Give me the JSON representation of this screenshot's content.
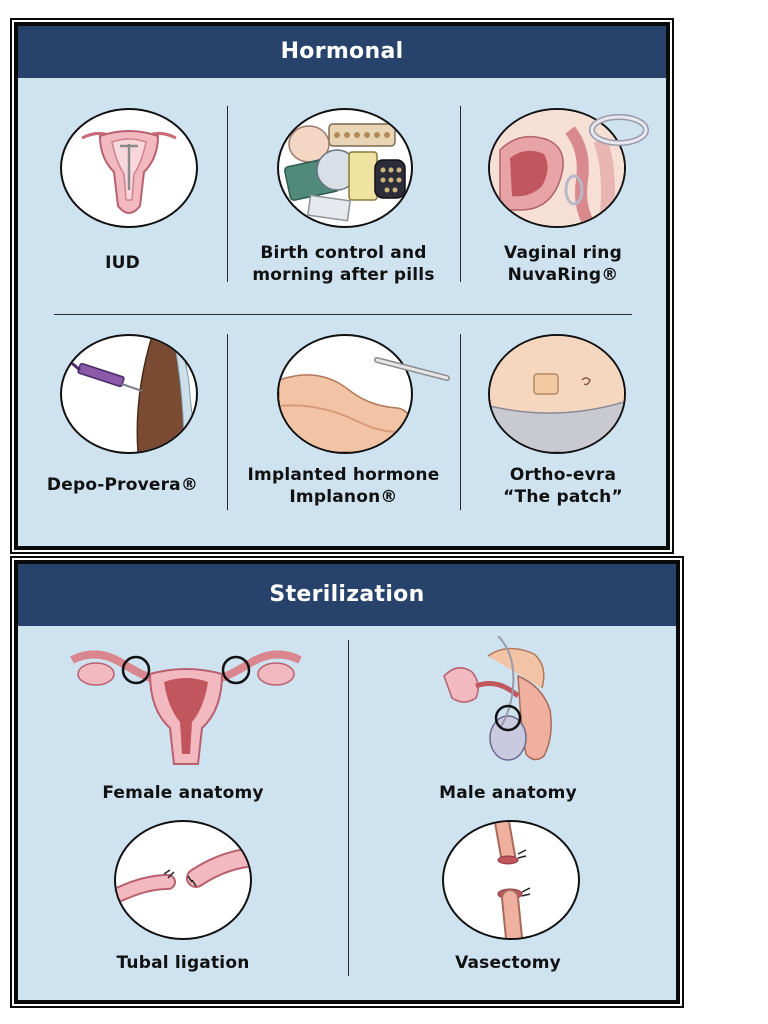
{
  "hormonal": {
    "title": "Hormonal",
    "items": [
      {
        "line1": "IUD",
        "line2": "",
        "icon": "iud-icon"
      },
      {
        "line1": "Birth control and",
        "line2": "morning after pills",
        "icon": "pill-packs-icon"
      },
      {
        "line1": "Vaginal ring",
        "line2": "NuvaRing®",
        "icon": "vaginal-ring-icon"
      },
      {
        "line1": "Depo-Provera®",
        "line2": "",
        "icon": "injection-icon"
      },
      {
        "line1": "Implanted hormone",
        "line2": "Implanon®",
        "icon": "arm-implant-icon"
      },
      {
        "line1": "Ortho-evra",
        "line2": "“The patch”",
        "icon": "skin-patch-icon"
      }
    ]
  },
  "sterilization": {
    "title": "Sterilization",
    "items": [
      {
        "label": "Female anatomy",
        "icon": "female-anatomy-icon"
      },
      {
        "label": "Male anatomy",
        "icon": "male-anatomy-icon"
      },
      {
        "label": "Tubal ligation",
        "icon": "tubal-ligation-icon"
      },
      {
        "label": "Vasectomy",
        "icon": "vasectomy-icon"
      }
    ]
  },
  "colors": {
    "header": "#27436b",
    "panel_bg": "#cfe2f0",
    "tissue": "#e8a0a8"
  }
}
